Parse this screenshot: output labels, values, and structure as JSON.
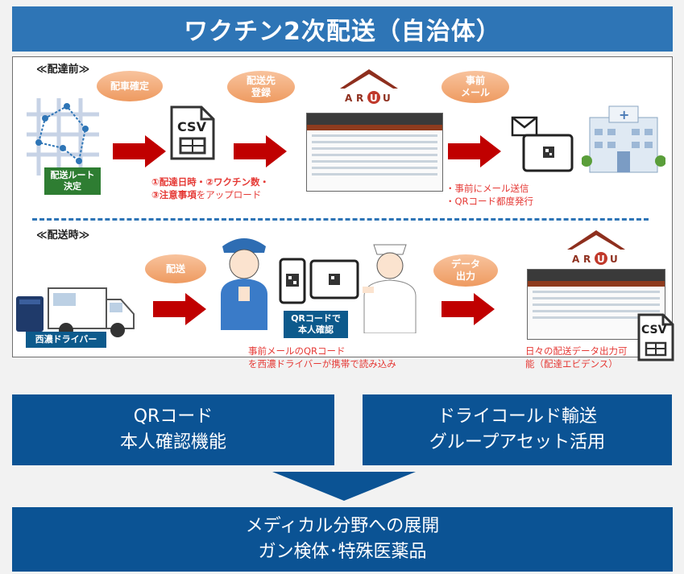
{
  "title": "ワクチン2次配送（自治体）",
  "before": {
    "label": "≪配達前≫",
    "route_label": [
      "配送ルート",
      "決定"
    ],
    "dispatch_bubble": "配車確定",
    "register_bubble": [
      "配送先",
      "登録"
    ],
    "email_bubble": [
      "事前",
      "メール"
    ],
    "csv_text": "CSV",
    "upload_note": {
      "l1_a": "①配達日時・②ワクチン数・",
      "l2_a": "③注意事項",
      "l2_b": "をアップロード"
    },
    "email_note": [
      "・事前にメール送信",
      "・QRコード都度発行"
    ]
  },
  "during": {
    "label": "≪配送時≫",
    "driver_label": "西濃ドライバー",
    "delivery_bubble": "配送",
    "qr_label": [
      "QRコードで",
      "本人確認"
    ],
    "qr_note": [
      "事前メールのQRコード",
      "を西濃ドライバーが携帯で読み込み"
    ],
    "data_bubble": [
      "データ",
      "出力"
    ],
    "data_note": [
      "日々の配送データ出力可",
      "能（配達エビデンス）"
    ],
    "csv_text": "CSV"
  },
  "aruu_logo": [
    "A",
    "R",
    "U",
    "U"
  ],
  "boxes": [
    [
      "QRコード",
      "本人確認機能"
    ],
    [
      "ドライコールド輸送",
      "グループアセット活用"
    ]
  ],
  "result_box": [
    "メディカル分野への展開",
    "ガン検体･特殊医薬品"
  ],
  "colors": {
    "title_blue": "#2e75b6",
    "box_navy": "#0b5394",
    "bubble_orange": "#f4b183",
    "arrow_red": "#c00000",
    "note_red": "#e53935",
    "label_green": "#2e7d32"
  }
}
